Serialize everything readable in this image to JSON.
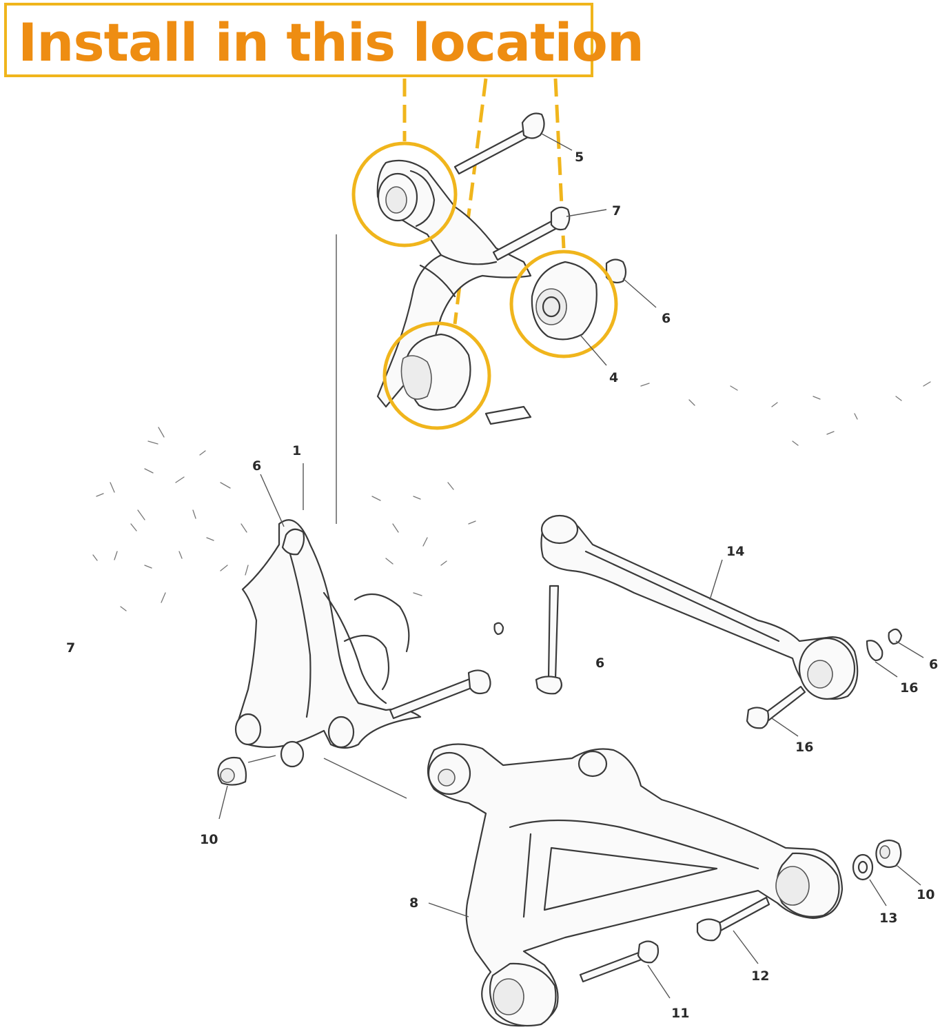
{
  "banner": {
    "text": "Install in this location"
  },
  "colors": {
    "highlight": "#f0b51c",
    "banner_text": "#ee8d12",
    "line_art": "#3a3a3a"
  },
  "callouts": {
    "c5": "5",
    "c7a": "7",
    "c6a": "6",
    "c4": "4",
    "c1": "1",
    "c6b": "6",
    "c7b": "7",
    "c14": "14",
    "c6c": "6",
    "c16a": "16",
    "c16b": "16",
    "c6d": "6",
    "c10a": "10",
    "c8": "8",
    "c10b": "10",
    "c13": "13",
    "c12": "12",
    "c11": "11"
  }
}
